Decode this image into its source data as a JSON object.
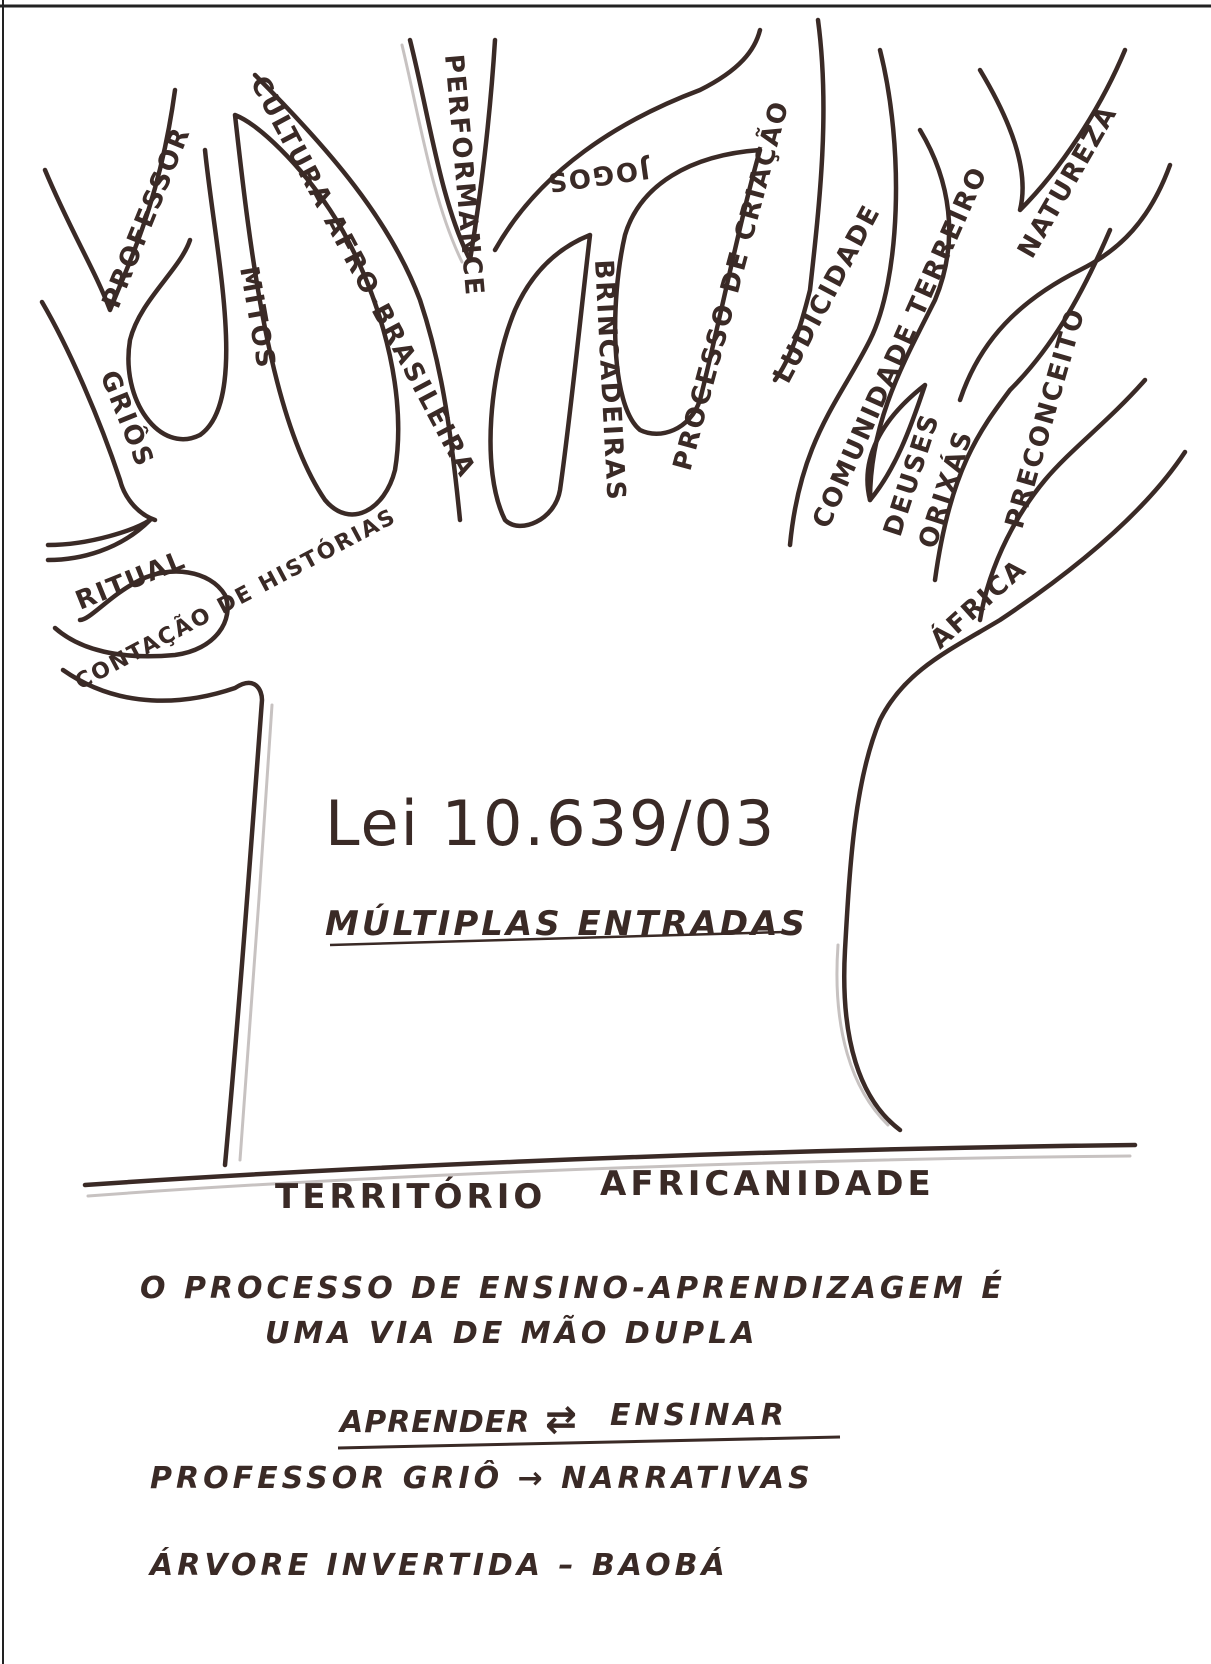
{
  "branch_labels": {
    "professor": "PROFESSOR",
    "griots": "GRIÔS",
    "mitos": "MITOS",
    "cultura": "CULTURA AFRO-BRASILEIRA",
    "performance": "PERFORMANCE",
    "jogos": "JOGOS",
    "brincadeiras": "BRINCADEIRAS",
    "processo_criacao": "PROCESSO DE CRIAÇÃO",
    "ludicidade": "LUDICIDADE",
    "comunidade": "COMUNIDADE TERREIRO",
    "natureza": "NATUREZA",
    "preconceito": "PRECONCEITO",
    "deuses": "DEUSES",
    "orixas": "ORIXÁS",
    "africa": "ÁFRICA",
    "ritual": "RITUAL",
    "contacao": "CONTAÇÃO DE HISTÓRIAS"
  },
  "trunk": {
    "law": "Lei 10.639/03",
    "subtitle": "MÚLTIPLAS ENTRADAS"
  },
  "ground": {
    "territorio": "TERRITÓRIO",
    "africanidade": "AFRICANIDADE"
  },
  "notes": {
    "line1": "O PROCESSO DE ENSINO-APRENDIZAGEM É",
    "line2": "UMA VIA DE MÃO DUPLA",
    "aprender": "APRENDER",
    "arrows": "⇄",
    "ensinar": "ENSINAR",
    "professor_line": "PROFESSOR GRIÔ → NARRATIVAS",
    "arvore_line": "ÁRVORE INVERTIDA – BAOBÁ"
  }
}
